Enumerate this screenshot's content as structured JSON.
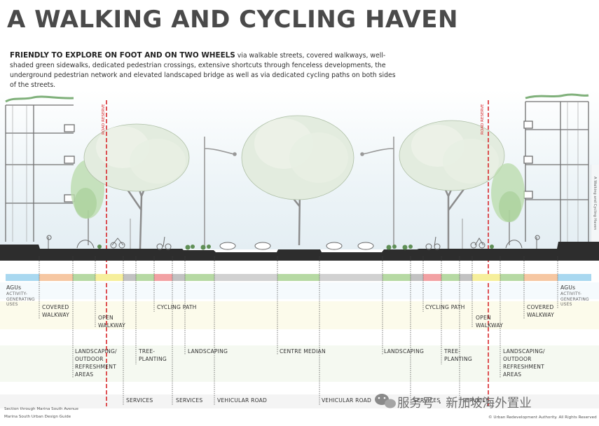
{
  "title": "A WALKING AND CYCLING HAVEN",
  "intro_lead": "FRIENDLY TO EXPLORE ON FOOT AND ON TWO WHEELS",
  "intro_text": " via walkable streets, covered walkways, well-shaded green sidewalks, dedicated pedestrian crossings, extensive shortcuts through fenceless developments, the underground pedestrian network and elevated landscaped bridge as well as via dedicated cycling paths on both sides of the streets.",
  "road_reserve_label": "ROAD RESERVE",
  "zones": {
    "agus_left": "AGUs",
    "agus_left_sub": "ACTIVITY-GENERATING USES",
    "covered_walkway_left": "COVERED WALKWAY",
    "open_walkway_left": "OPEN WALKWAY",
    "landscaping_outdoor_left": "LANDSCAPING/ OUTDOOR REFRESHMENT AREAS",
    "tree_planting_left": "TREE-PLANTING",
    "services_left_1": "SERVICES",
    "cycling_path_left": "CYCLING PATH",
    "services_left_2": "SERVICES",
    "landscaping_left": "LANDSCAPING",
    "vehicular_road_left": "VEHICULAR ROAD",
    "centre_median": "CENTRE MEDIAN",
    "vehicular_road_right": "VEHICULAR ROAD",
    "landscaping_right": "LANDSCAPING",
    "services_right_1": "SERVICES",
    "cycling_path_right": "CYCLING PATH",
    "tree_planting_right": "TREE-PLANTING",
    "services_right_2": "SERVICES",
    "open_walkway_right": "OPEN WALKWAY",
    "landscaping_outdoor_right": "LANDSCAPING/ OUTDOOR REFRESHMENT AREAS",
    "covered_walkway_right": "COVERED WALKWAY",
    "agus_right": "AGUs",
    "agus_right_sub": "ACTIVITY-GENERATING USES"
  },
  "footer_left_1": "Section through Marina South Avenue",
  "footer_left_2": "Marina South Urban Design Guide",
  "footer_right": "© Urban Redevelopment Authority. All Rights Reserved",
  "side_caption": "A Walking and Cycling Haven",
  "watermark": "服务号 · 新加坡海外置业",
  "colors": {
    "agus": "#a9d8f0",
    "covered_walkway": "#f6c7a2",
    "landscaping": "#b6d9a3",
    "open_walkway": "#f6ef9c",
    "services": "#c2c2c2",
    "cycling_path": "#f2a1a3",
    "road": "#d1d1d1",
    "road_reserve": "#d8282c",
    "ground": "#2d2d2d"
  }
}
